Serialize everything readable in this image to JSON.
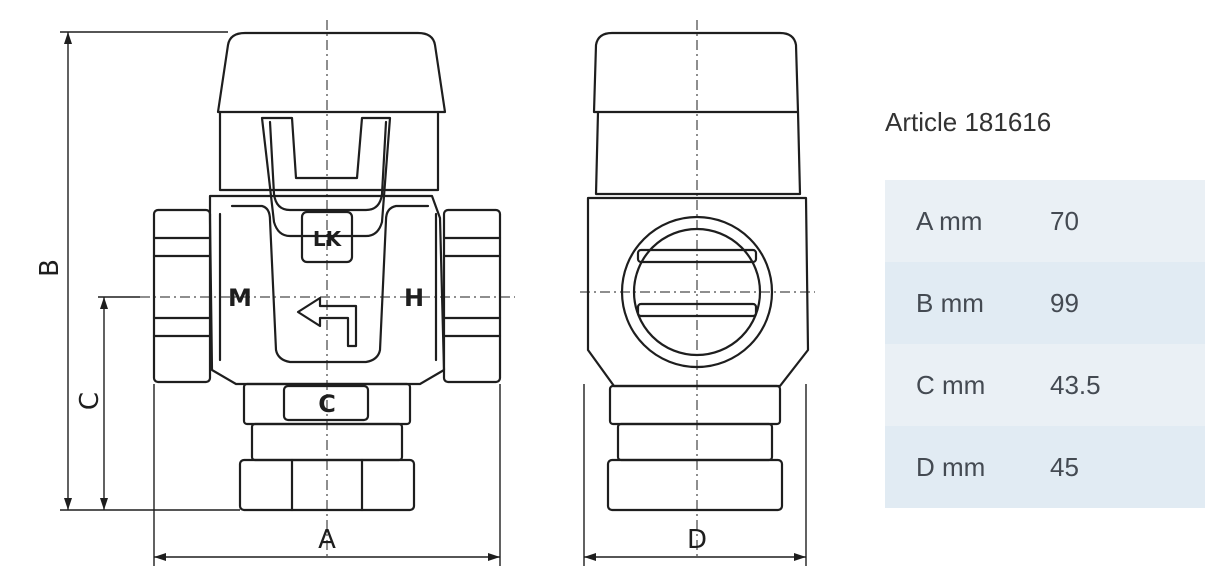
{
  "drawing": {
    "dimension_labels": {
      "a": "A",
      "b": "B",
      "c": "C",
      "d": "D"
    },
    "port_labels": {
      "mixed": "M",
      "hot": "H",
      "cold": "C"
    },
    "logo_text": "LK"
  },
  "info": {
    "title": "Article 181616",
    "rows": [
      {
        "label": "A mm",
        "value": "70"
      },
      {
        "label": "B mm",
        "value": "99"
      },
      {
        "label": "C mm",
        "value": "43.5"
      },
      {
        "label": "D mm",
        "value": "45"
      }
    ]
  },
  "colors": {
    "line": "#1e1e1e",
    "table_row_light": "#eaf0f5",
    "table_row_dark": "#e1ebf3",
    "text": "#444a52"
  }
}
